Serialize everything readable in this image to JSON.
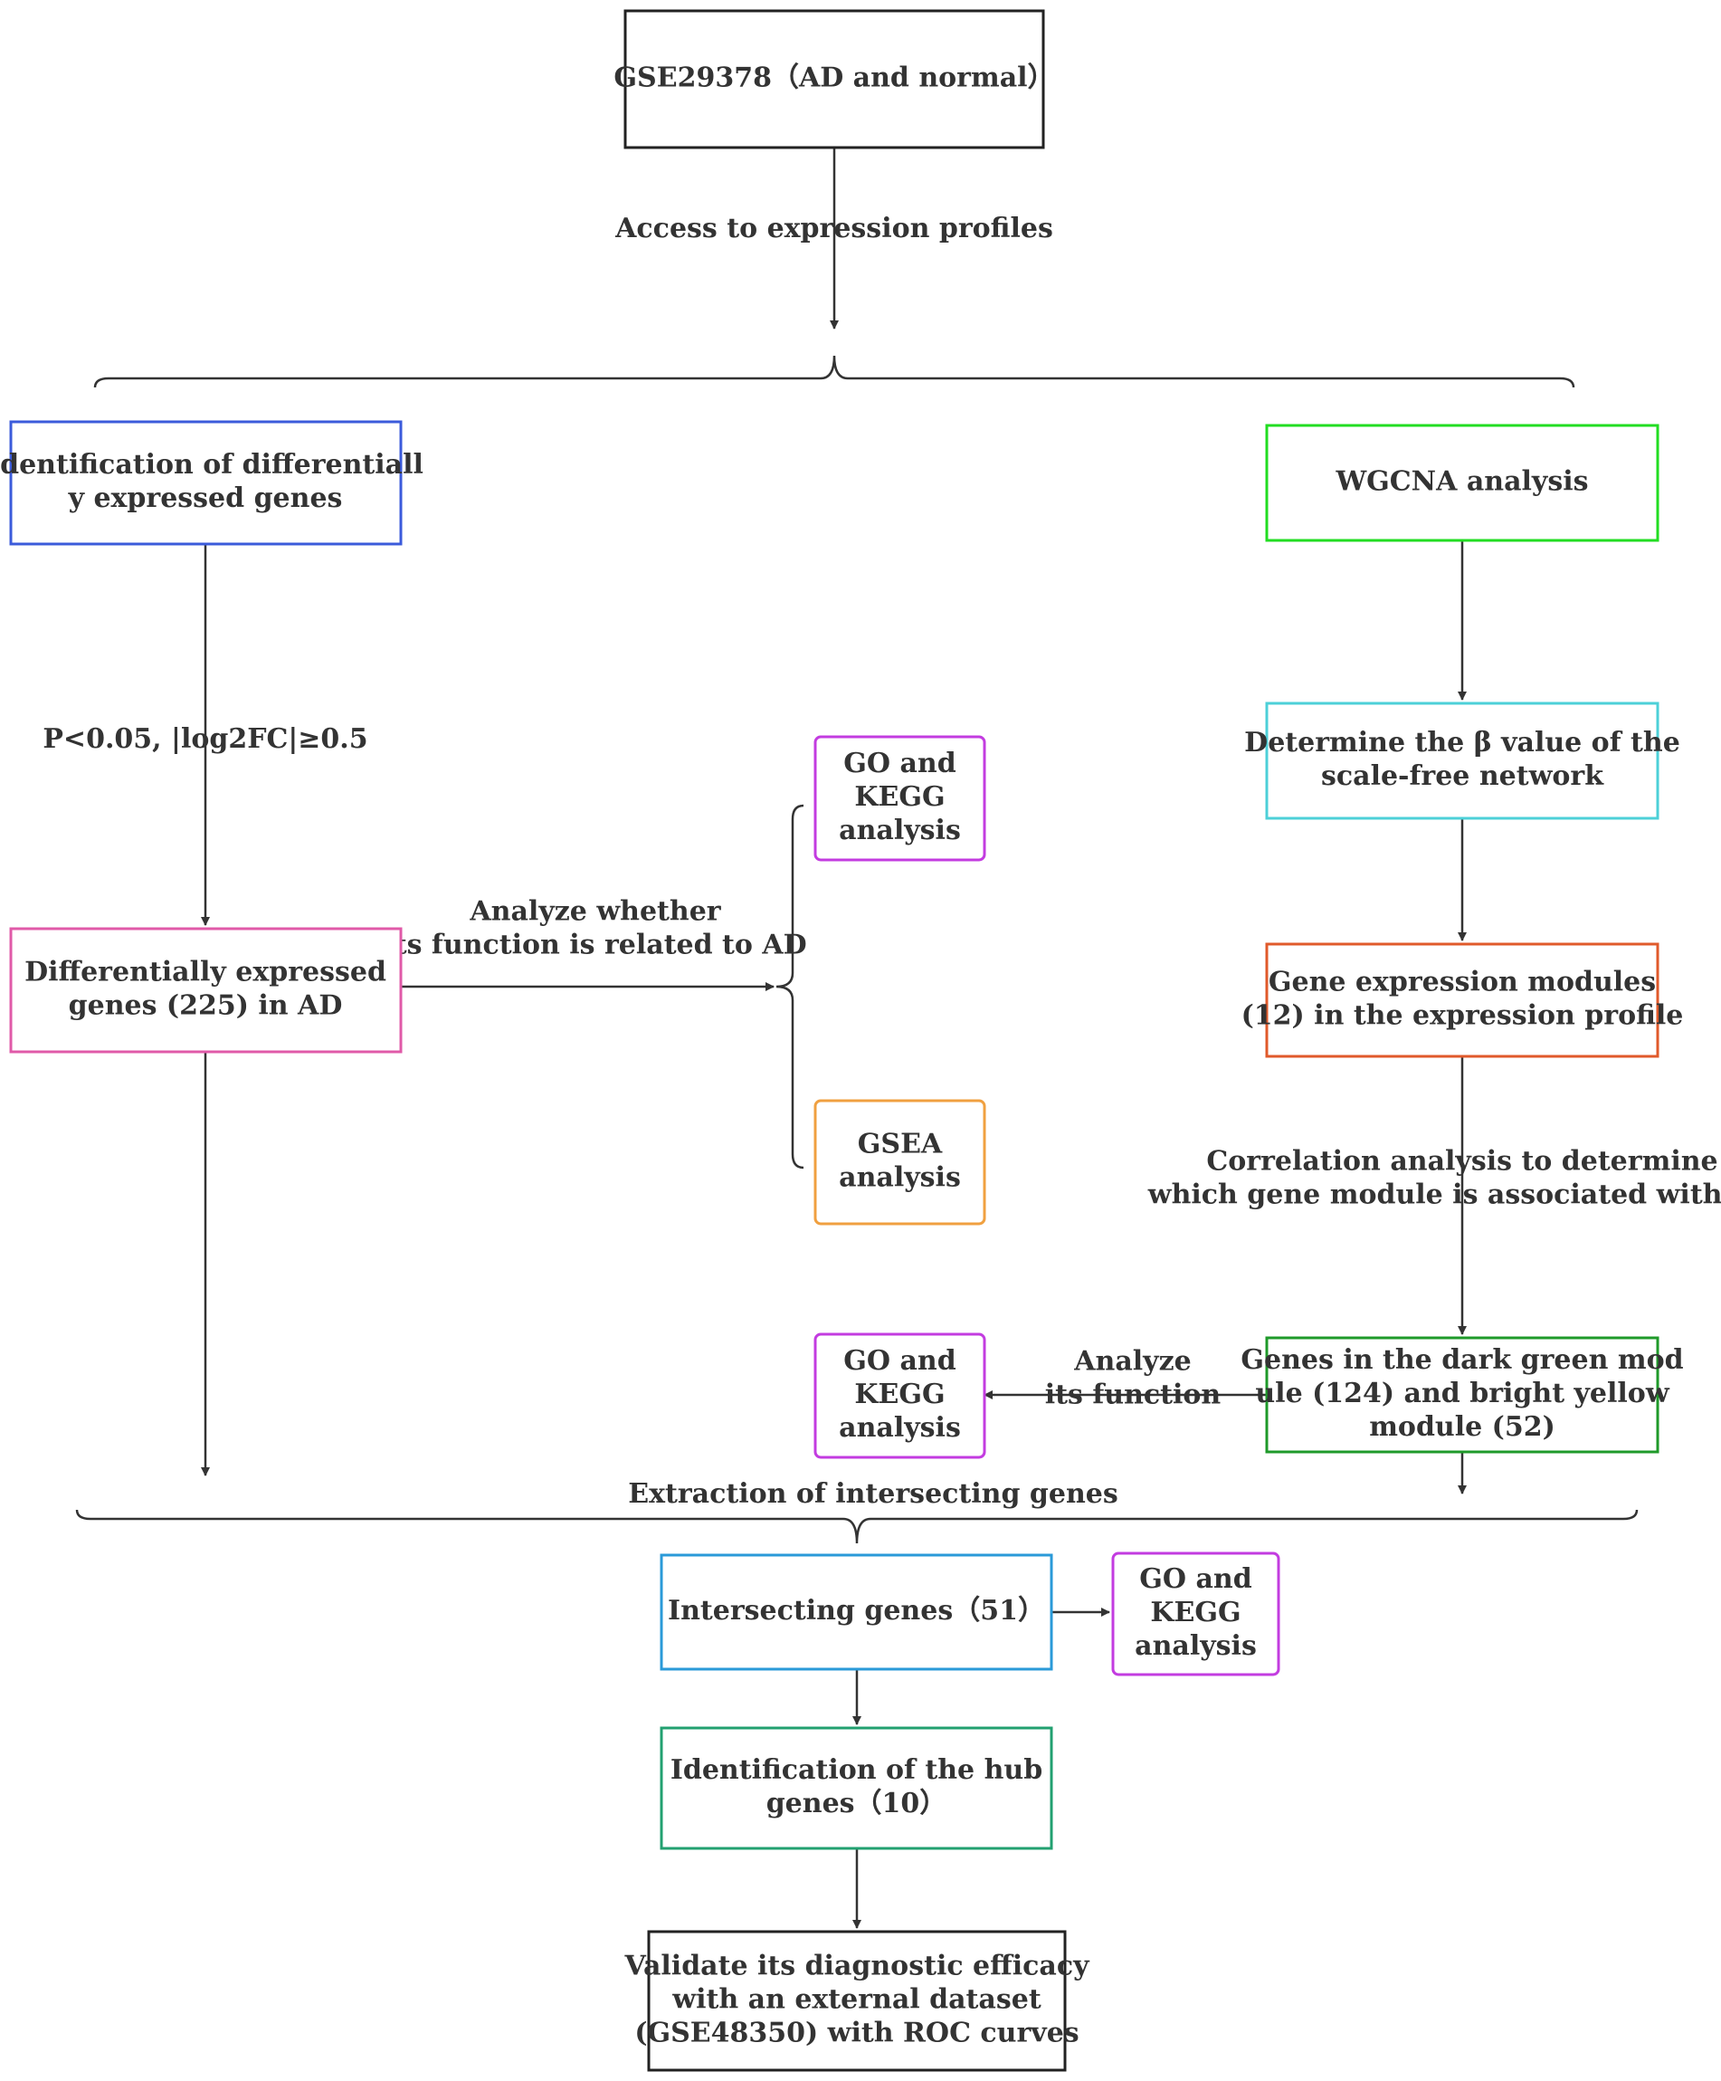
{
  "nodes": {
    "gse29378": {
      "lines": [
        "GSE29378（AD and normal）"
      ],
      "color": "#222222"
    },
    "deg_identification": {
      "lines": [
        "Identification of differentiall",
        "y expressed genes"
      ],
      "color": "#3b5bdb"
    },
    "wgcna": {
      "lines": [
        "WGCNA analysis"
      ],
      "color": "#22dd22"
    },
    "beta_value": {
      "lines": [
        "Determine the β value of the",
        "scale-free network"
      ],
      "color": "#4dd0d8"
    },
    "deg_225": {
      "lines": [
        "Differentially expressed",
        "genes (225) in AD"
      ],
      "color": "#e05aa8"
    },
    "go_kegg_1": {
      "lines": [
        "GO and",
        "KEGG",
        "analysis"
      ],
      "color": "#c33ce0"
    },
    "gsea": {
      "lines": [
        "GSEA",
        "analysis"
      ],
      "color": "#f0a040"
    },
    "modules_12": {
      "lines": [
        "Gene expression modules",
        "(12) in the expression profile"
      ],
      "color": "#e05a2b"
    },
    "module_genes": {
      "lines": [
        "Genes in the dark green mod",
        "ule (124) and bright yellow",
        "module (52)"
      ],
      "color": "#1f9a2a"
    },
    "go_kegg_2": {
      "lines": [
        "GO and",
        "KEGG",
        "analysis"
      ],
      "color": "#c33ce0"
    },
    "intersecting": {
      "lines": [
        "Intersecting  genes（51）"
      ],
      "color": "#2a9ad8"
    },
    "go_kegg_3": {
      "lines": [
        "GO and",
        "KEGG",
        "analysis"
      ],
      "color": "#c33ce0"
    },
    "hub_genes": {
      "lines": [
        "Identification of the hub",
        "genes（10）"
      ],
      "color": "#22a070"
    },
    "validate": {
      "lines": [
        "Validate its diagnostic efficacy",
        "with an external dataset",
        "(GSE48350) with ROC curves"
      ],
      "color": "#222222"
    }
  },
  "edge_labels": {
    "access": [
      "Access to expression profiles"
    ],
    "threshold": [
      "P<0.05, |log2FC|≥0.5"
    ],
    "analyze_ad": [
      "Analyze whether",
      "its function is related to AD"
    ],
    "correlation": [
      "Correlation analysis to determine",
      "which gene module is associated with AD"
    ],
    "analyze_function": [
      "Analyze",
      "its function"
    ],
    "extraction": [
      "Extraction of intersecting  genes"
    ]
  }
}
